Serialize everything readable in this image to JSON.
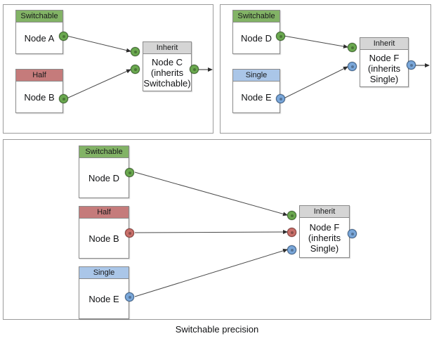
{
  "caption": "Switchable precision",
  "colors": {
    "switchable": "#82b366",
    "half": "#c57b7b",
    "single": "#aac6e8",
    "inherit": "#d5d5d5",
    "port_green": "#6aa84f",
    "port_red": "#c8706b",
    "port_blue": "#7aa7d9",
    "border": "#8a8a8a",
    "panel_border": "#9b9b9b",
    "wire": "#4a4a4a",
    "background": "#ffffff"
  },
  "panels": [
    {
      "id": "top-left",
      "nodes": [
        {
          "id": "a",
          "header": "Switchable",
          "label": "Node A"
        },
        {
          "id": "b",
          "header": "Half",
          "label": "Node B"
        },
        {
          "id": "c",
          "header": "Inherit",
          "label": "Node C\n(inherits\nSwitchable)"
        }
      ]
    },
    {
      "id": "top-right",
      "nodes": [
        {
          "id": "d",
          "header": "Switchable",
          "label": "Node D"
        },
        {
          "id": "e",
          "header": "Single",
          "label": "Node E"
        },
        {
          "id": "f",
          "header": "Inherit",
          "label": "Node F\n(inherits\nSingle)"
        }
      ]
    },
    {
      "id": "bottom",
      "nodes": [
        {
          "id": "d2",
          "header": "Switchable",
          "label": "Node D"
        },
        {
          "id": "b2",
          "header": "Half",
          "label": "Node B"
        },
        {
          "id": "e2",
          "header": "Single",
          "label": "Node E"
        },
        {
          "id": "f2",
          "header": "Inherit",
          "label": "Node F\n(inherits\nSingle)"
        }
      ]
    }
  ]
}
